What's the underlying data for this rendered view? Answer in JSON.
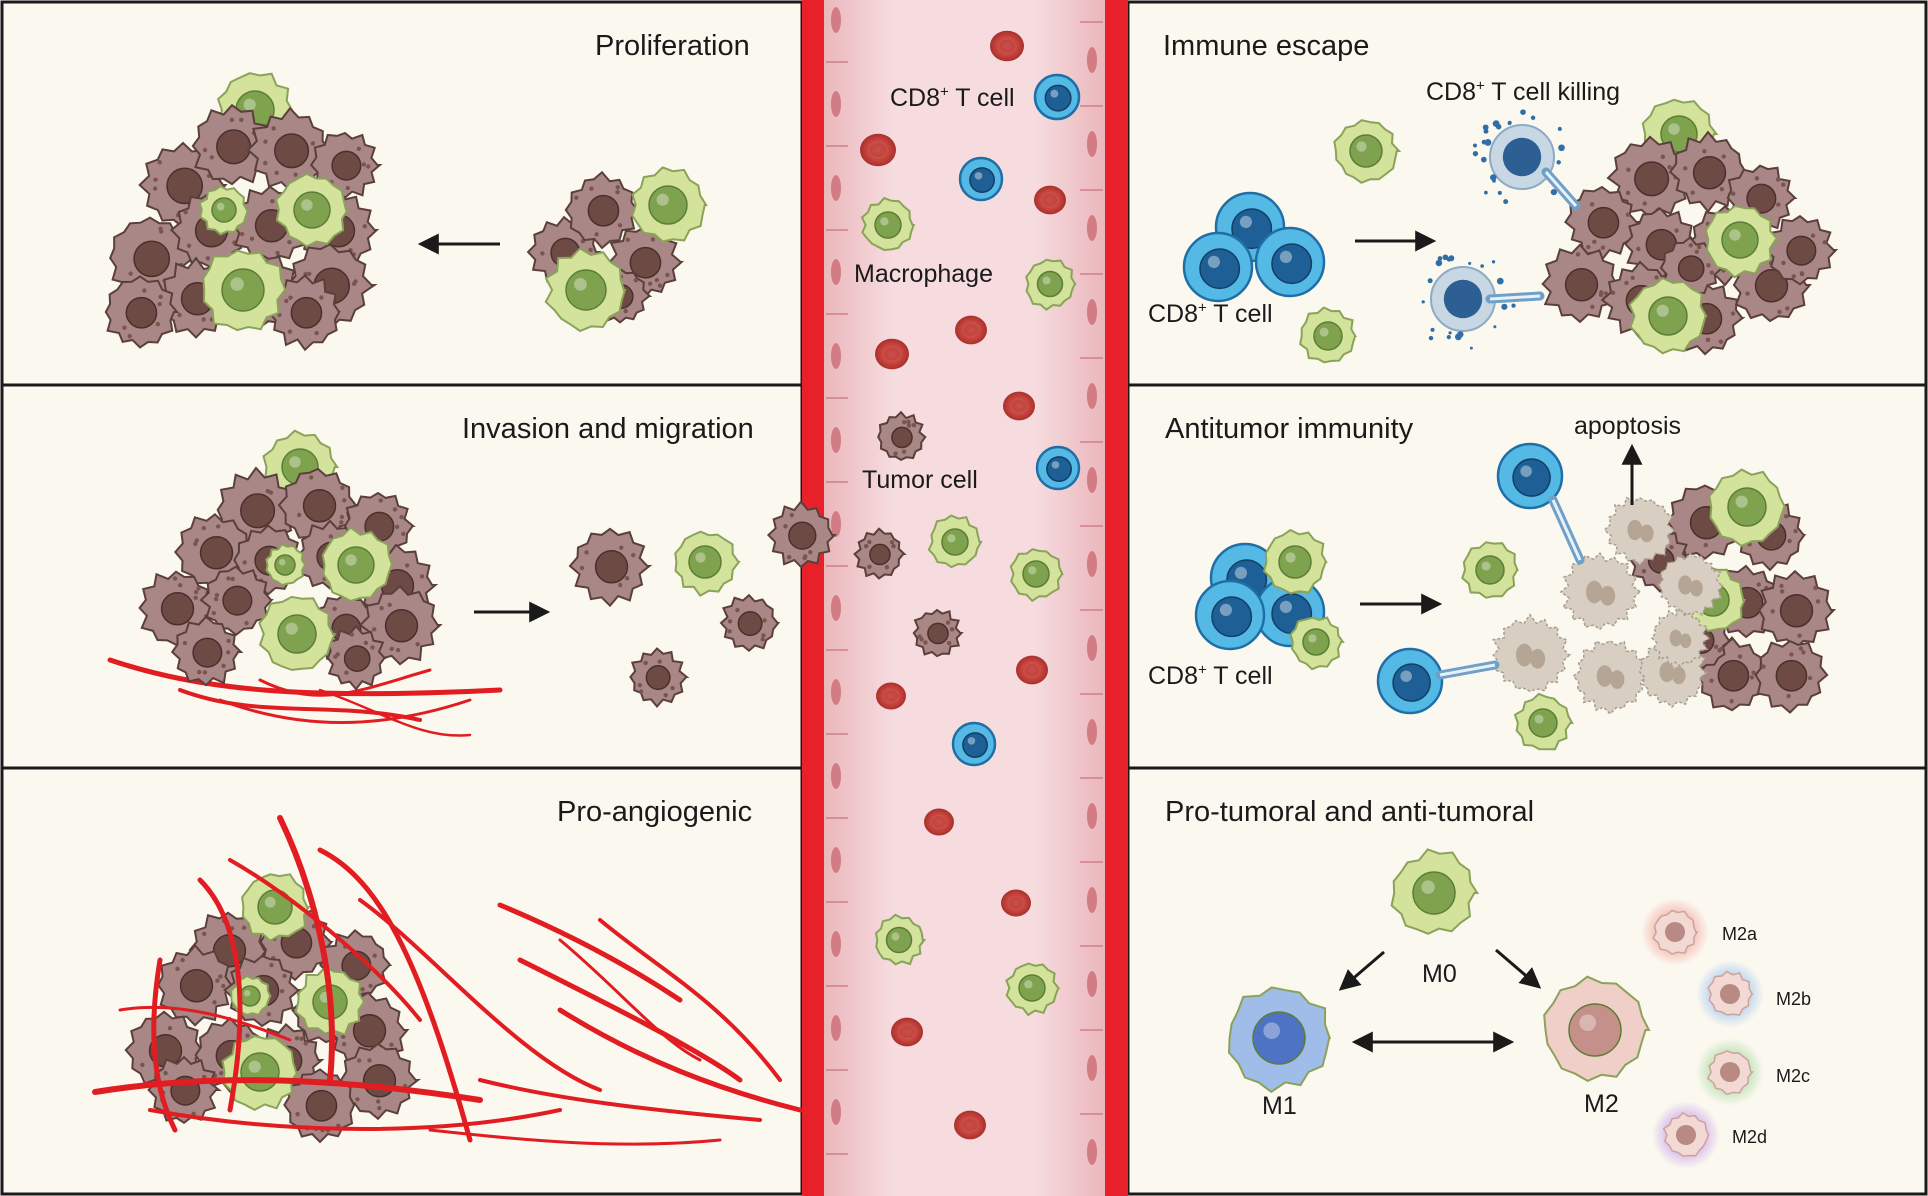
{
  "panels": {
    "proliferation": {
      "title": "Proliferation"
    },
    "invasion": {
      "title": "Invasion and migration"
    },
    "angiogenic": {
      "title": "Pro-angiogenic"
    },
    "immune_escape": {
      "title": "Immune escape",
      "killing_label": "CD8",
      "killing_sup": "+",
      "killing_suffix": " T cell killing",
      "tcell_label": "CD8",
      "tcell_sup": "+",
      "tcell_suffix": " T cell"
    },
    "antitumor": {
      "title": "Antitumor immunity",
      "apoptosis_label": "apoptosis",
      "tcell_label": "CD8",
      "tcell_sup": "+",
      "tcell_suffix": " T cell"
    },
    "polarization": {
      "title": "Pro-tumoral and anti-tumoral",
      "m0": "M0",
      "m1": "M1",
      "m2": "M2",
      "m2a": "M2a",
      "m2b": "M2b",
      "m2c": "M2c",
      "m2d": "M2d"
    }
  },
  "vessel": {
    "tcell_label": "CD8",
    "tcell_sup": "+",
    "tcell_suffix": " T cell",
    "macrophage_label": "Macrophage",
    "tumor_label": "Tumor cell"
  },
  "colors": {
    "background": "#fbf8f0",
    "border": "#1a1a1a",
    "vessel_wall": "#e8202a",
    "vessel_lumen": "#f3d3d6",
    "tumor_cell": "#a88786",
    "tumor_nucleus": "#6e4a44",
    "macrophage": "#d4e39c",
    "macrophage_nucleus": "#7fa24e",
    "tcell": "#55b9e6",
    "tcell_nucleus": "#1e5f96",
    "rbc": "#c9453f",
    "m1": "#9fbde8",
    "m2": "#f0cfc8",
    "dead_cell": "#d8cfc2"
  }
}
